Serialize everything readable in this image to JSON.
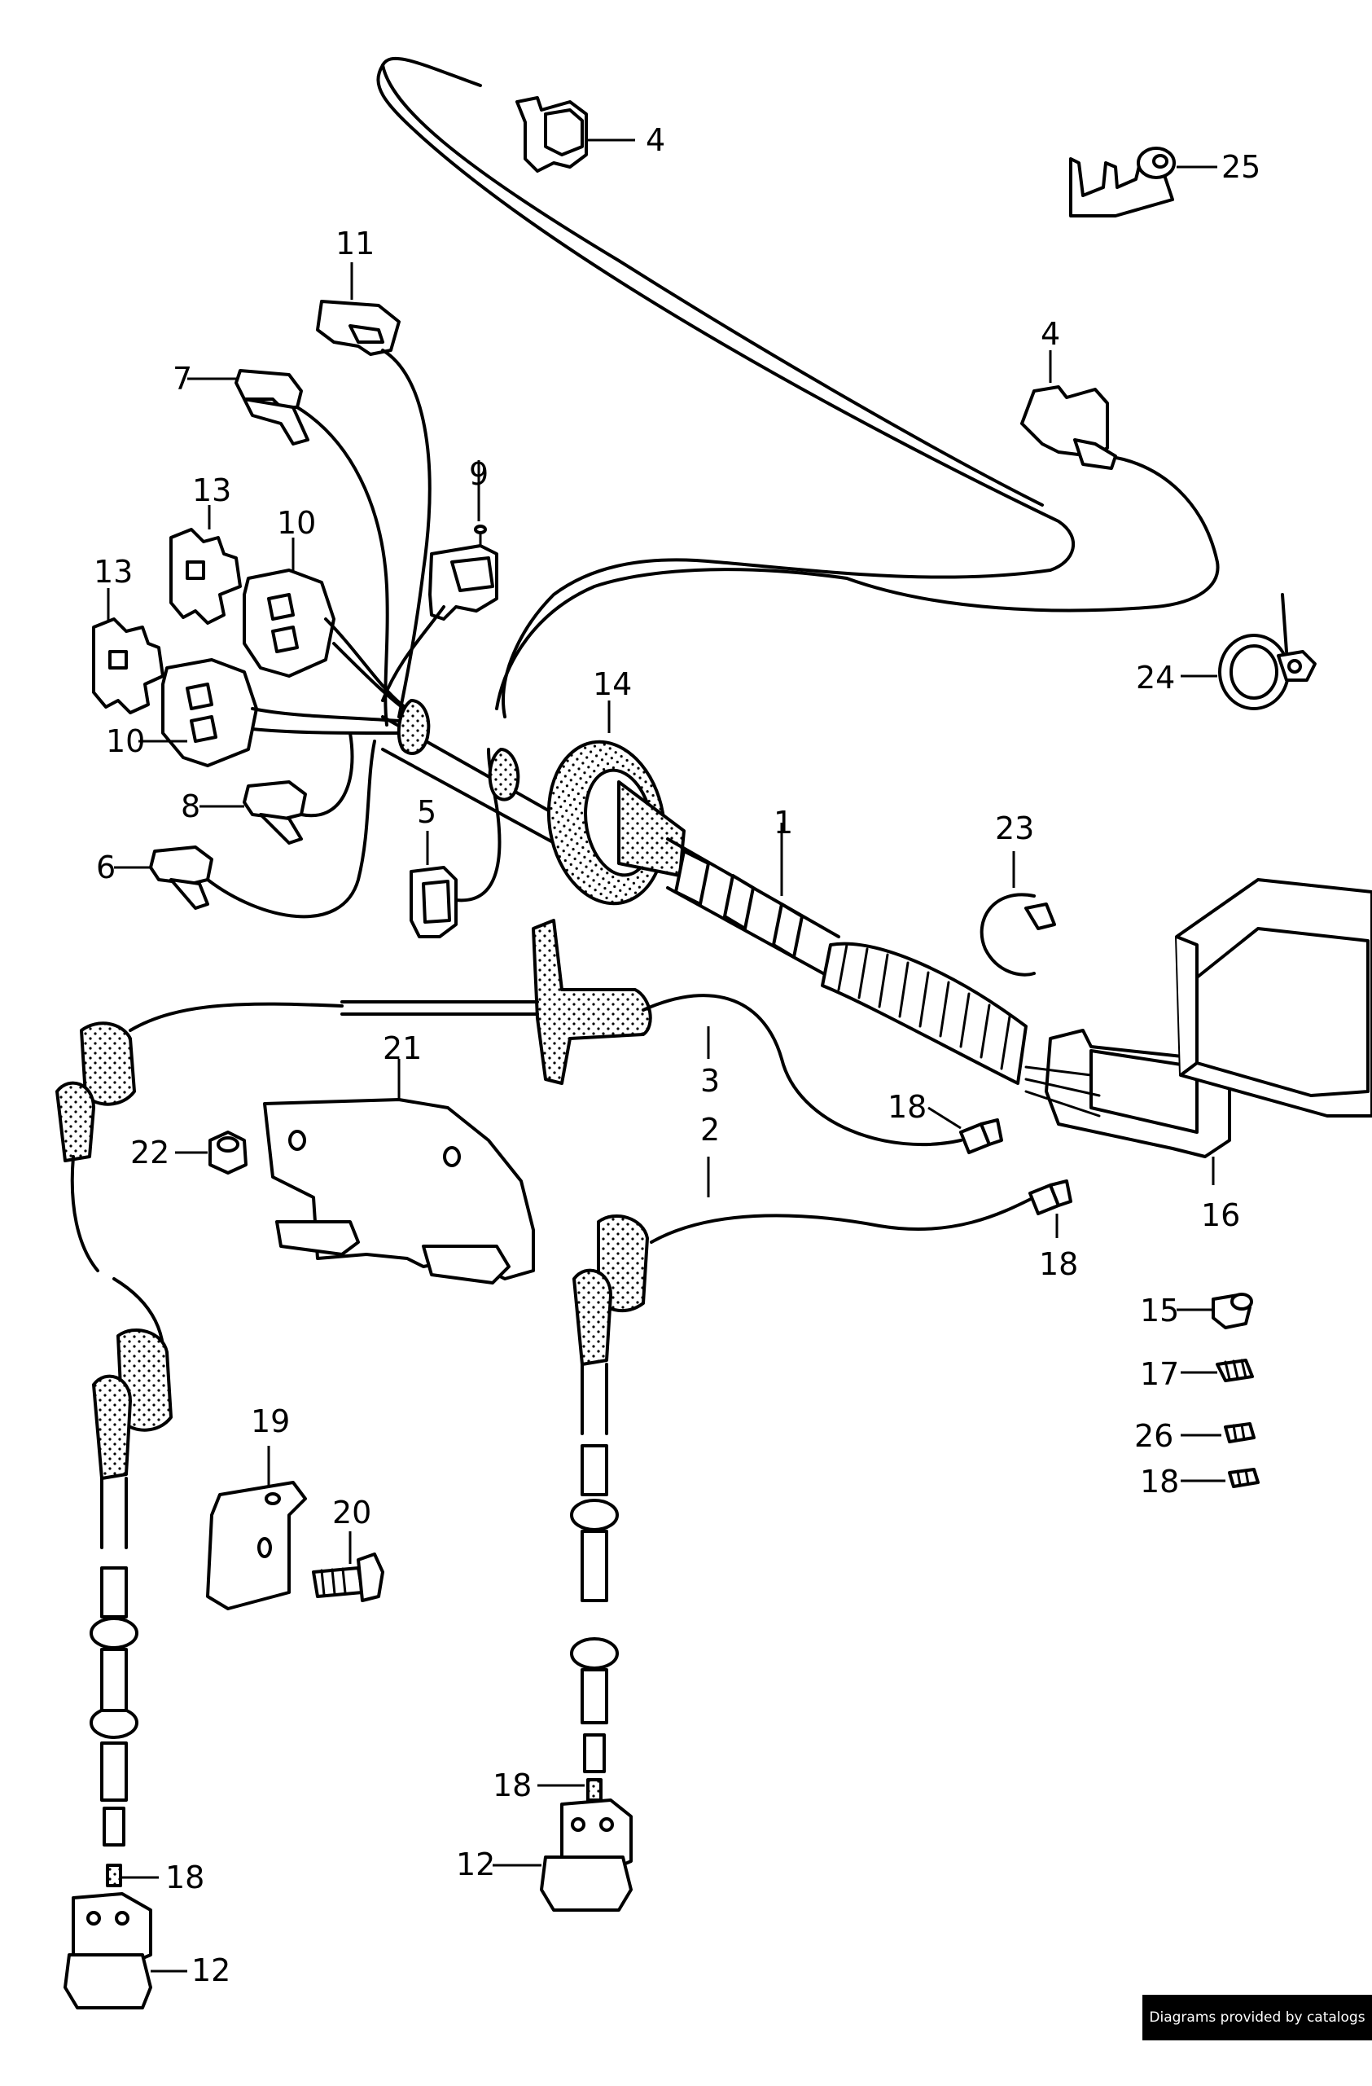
{
  "labels": {
    "l4a": "4",
    "l25": "25",
    "l11": "11",
    "l7": "7",
    "l4b": "4",
    "l9": "9",
    "l13a": "13",
    "l10a": "10",
    "l13b": "13",
    "l24": "24",
    "l14": "14",
    "l10b": "10",
    "l1": "1",
    "l8": "8",
    "l5": "5",
    "l23": "23",
    "l6": "6",
    "l21": "21",
    "l3": "3",
    "l18a": "18",
    "l22": "22",
    "l2": "2",
    "l16": "16",
    "l18b": "18",
    "l15": "15",
    "l17": "17",
    "l26": "26",
    "l18c": "18",
    "l19": "19",
    "l20": "20",
    "l18d": "18",
    "l12a": "12",
    "l18e": "18",
    "l12b": "12"
  },
  "credit": "Diagrams provided by catalogs parts"
}
